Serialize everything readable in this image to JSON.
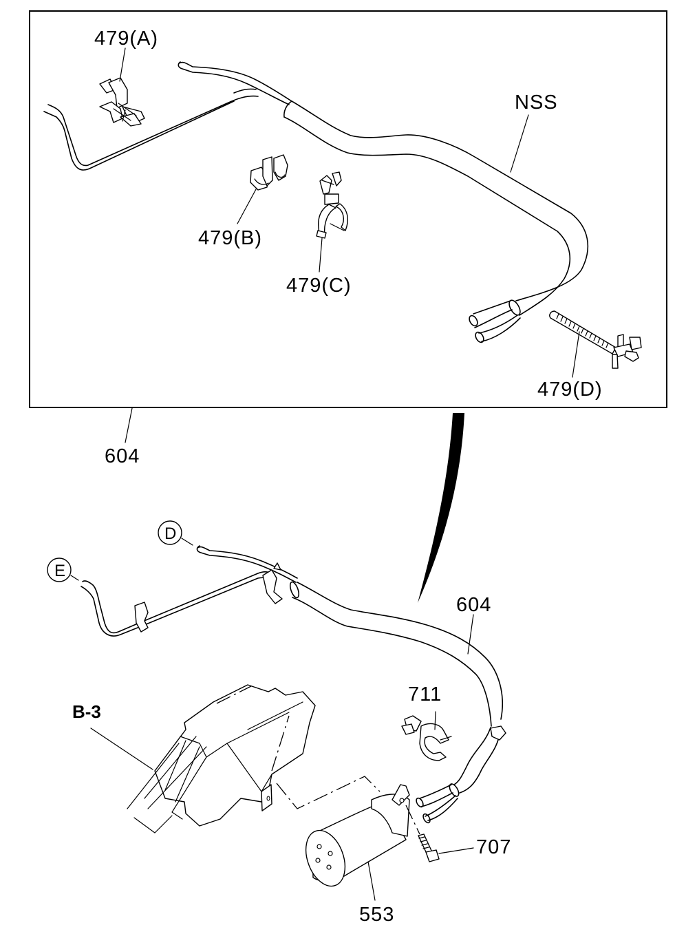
{
  "diagram": {
    "type": "parts-exploded-view",
    "inset_box": {
      "labels": {
        "clip_a": "479(A)",
        "clip_b": "479(B)",
        "clip_c": "479(C)",
        "clip_d": "479(D)",
        "harness": "NSS"
      }
    },
    "callout_box_ref": "604",
    "main": {
      "labels": {
        "harness": "604",
        "clamp": "711",
        "module_ref": "B-3",
        "bolt": "707",
        "relay": "553"
      },
      "connectors": {
        "d": "D",
        "e": "E"
      }
    }
  }
}
